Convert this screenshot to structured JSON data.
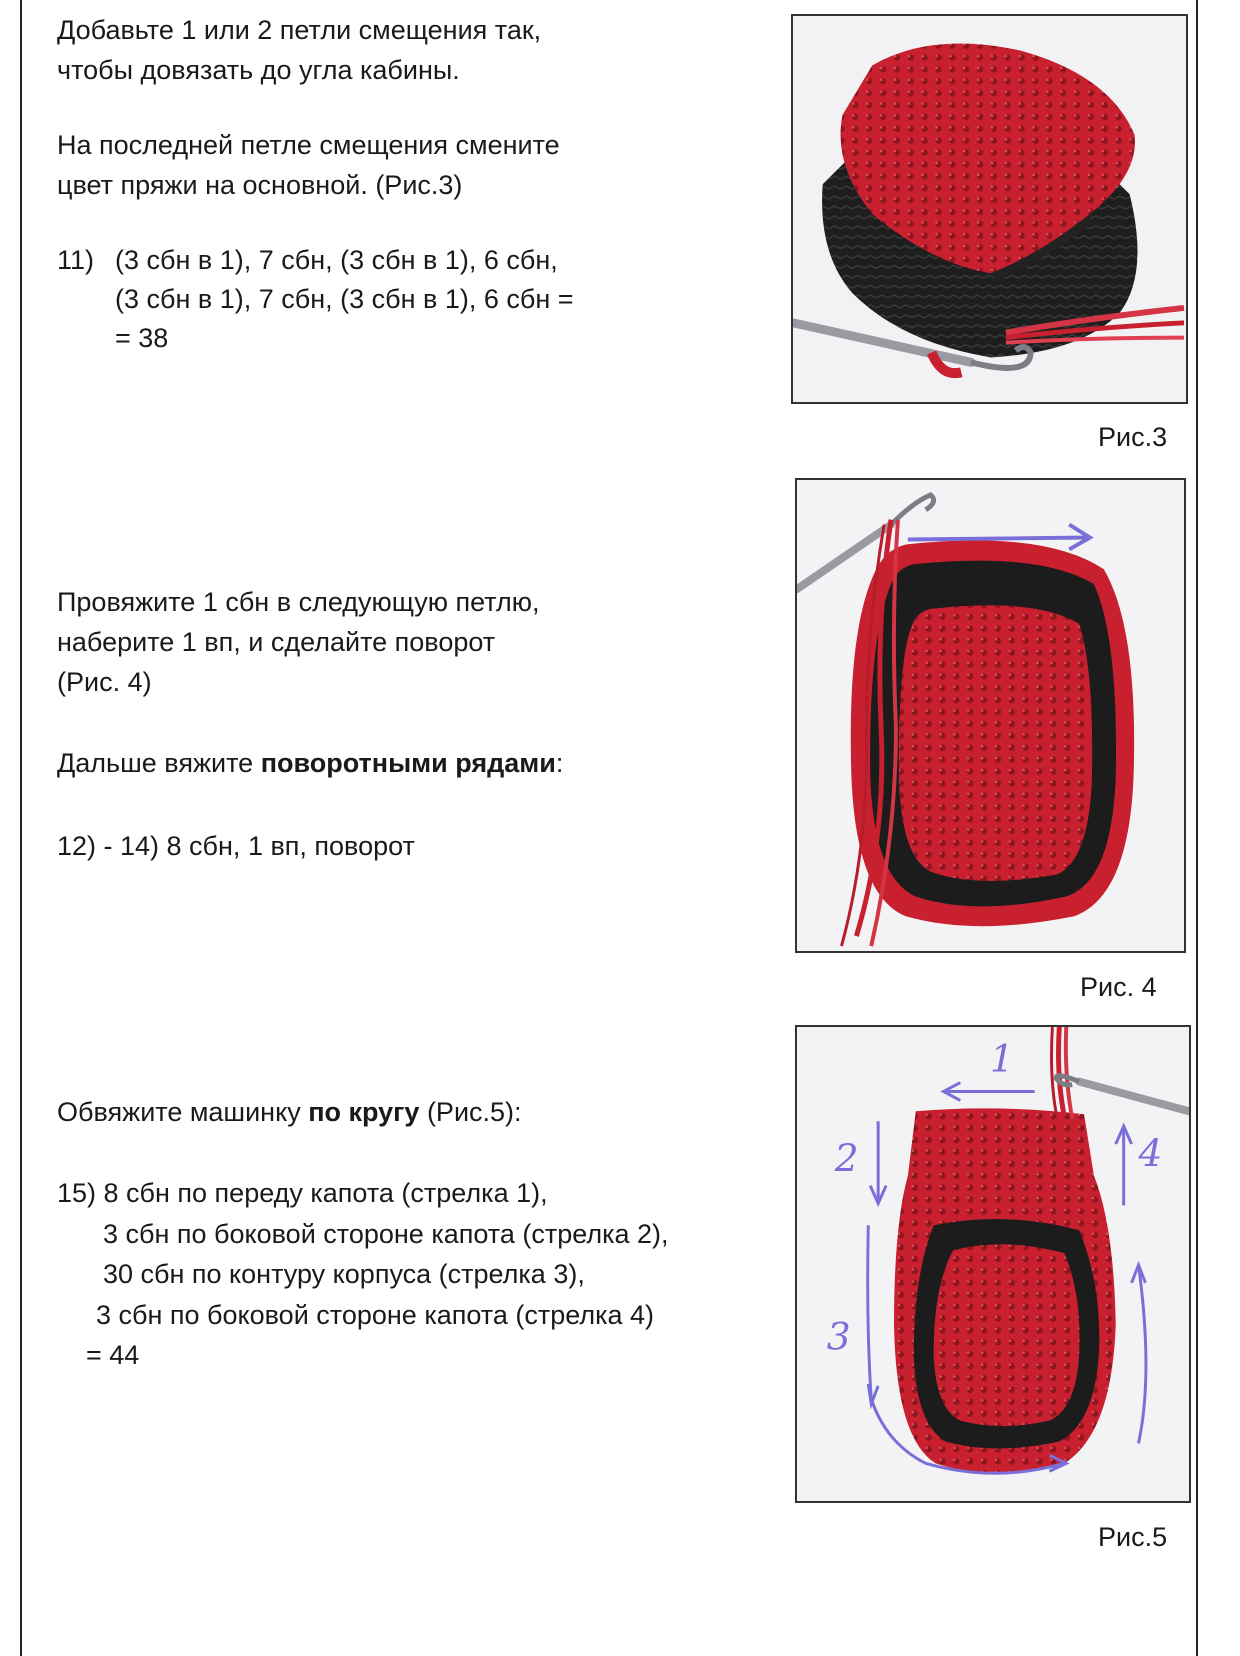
{
  "section1": {
    "p1_line1": "Добавьте 1 или 2 петли смещения так,",
    "p1_line2": "чтобы довязать до угла кабины.",
    "p2_line1": "На последней петле смещения смените",
    "p2_line2": "цвет пряжи на основной. (Рис.3)",
    "row11_num": "11)",
    "row11_line1": "(3 сбн в 1), 7 сбн, (3 сбн в 1), 6 сбн,",
    "row11_line2": "(3 сбн в 1), 7 сбн, (3 сбн в 1), 6 сбн =",
    "row11_line3": "= 38",
    "figure_caption": "Рис.3"
  },
  "section2": {
    "p1_line1": "Провяжите 1 сбн в следующую петлю,",
    "p1_line2": "наберите 1 вп, и сделайте поворот",
    "p1_line3": "(Рис. 4)",
    "p2_prefix": "Дальше вяжите ",
    "p2_bold": "поворотными рядами",
    "p2_suffix": ":",
    "row12_14": "12) - 14) 8 сбн, 1 вп, поворот",
    "figure_caption": "Рис. 4"
  },
  "section3": {
    "p1_prefix": "Обвяжите машинку ",
    "p1_bold": "по кругу",
    "p1_suffix": " (Рис.5):",
    "row15_line1": "15) 8 сбн по переду капота (стрелка 1),",
    "row15_line2": "3 сбн по боковой стороне капота (стрелка 2),",
    "row15_line3": "30 сбн по контуру корпуса (стрелка 3),",
    "row15_line4": "3 сбн по боковой стороне капота (стрелка 4)",
    "row15_line5": "= 44",
    "figure_caption": "Рис.5",
    "arrow_labels": [
      "1",
      "2",
      "3",
      "4"
    ]
  },
  "colors": {
    "yarn_red": "#c8202e",
    "yarn_black": "#1c1c1c",
    "arrow": "#7a6fd8"
  }
}
